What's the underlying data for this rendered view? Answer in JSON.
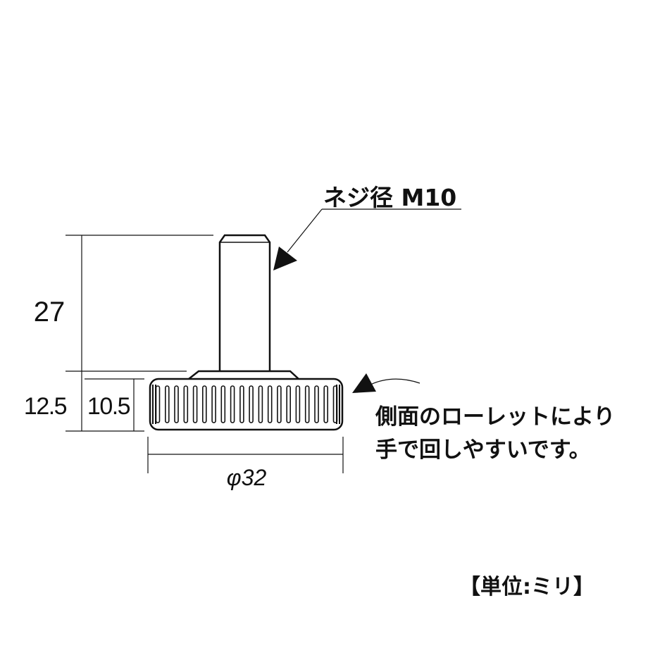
{
  "dimensions": {
    "height_shaft": "27",
    "height_total": "12.5",
    "height_knob": "10.5",
    "diameter": "φ32"
  },
  "annotations": {
    "thread": "ネジ径 M10",
    "knurl_line1": "側面のローレットにより",
    "knurl_line2": "手で回しやすいです。"
  },
  "unit": "【単位:ミリ】"
}
